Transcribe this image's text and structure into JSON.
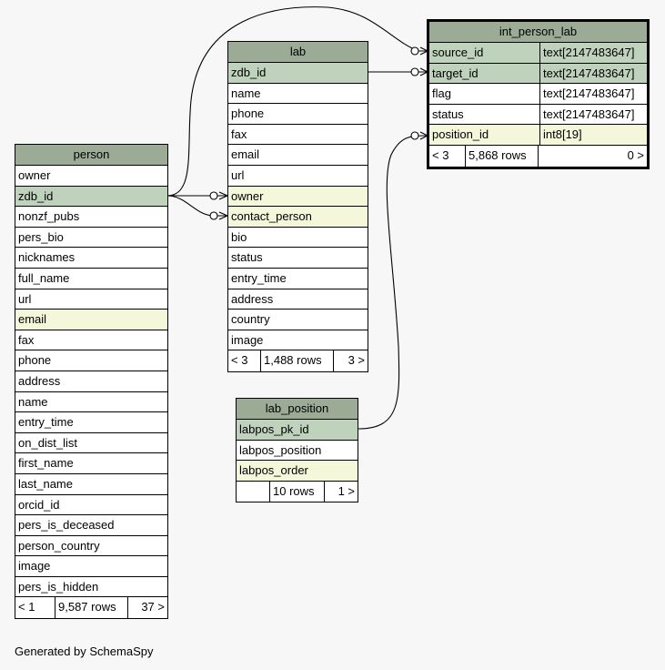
{
  "tables": {
    "int_person_lab": {
      "name": "int_person_lab",
      "columns": [
        {
          "name": "source_id",
          "type": "text[2147483647]",
          "kind": "pk"
        },
        {
          "name": "target_id",
          "type": "text[2147483647]",
          "kind": "pk"
        },
        {
          "name": "flag",
          "type": "text[2147483647]",
          "kind": "plain"
        },
        {
          "name": "status",
          "type": "text[2147483647]",
          "kind": "plain"
        },
        {
          "name": "position_id",
          "type": "int8[19]",
          "kind": "fk"
        }
      ],
      "footer": {
        "parents": "< 3",
        "rows": "5,868 rows",
        "children": "0 >"
      }
    },
    "lab": {
      "name": "lab",
      "columns": [
        {
          "name": "zdb_id",
          "kind": "pk"
        },
        {
          "name": "name",
          "kind": "plain"
        },
        {
          "name": "phone",
          "kind": "plain"
        },
        {
          "name": "fax",
          "kind": "plain"
        },
        {
          "name": "email",
          "kind": "plain"
        },
        {
          "name": "url",
          "kind": "plain"
        },
        {
          "name": "owner",
          "kind": "fk"
        },
        {
          "name": "contact_person",
          "kind": "fk"
        },
        {
          "name": "bio",
          "kind": "plain"
        },
        {
          "name": "status",
          "kind": "plain"
        },
        {
          "name": "entry_time",
          "kind": "plain"
        },
        {
          "name": "address",
          "kind": "plain"
        },
        {
          "name": "country",
          "kind": "plain"
        },
        {
          "name": "image",
          "kind": "plain"
        }
      ],
      "footer": {
        "parents": "< 3",
        "rows": "1,488 rows",
        "children": "3 >"
      }
    },
    "person": {
      "name": "person",
      "columns": [
        {
          "name": "owner",
          "kind": "plain"
        },
        {
          "name": "zdb_id",
          "kind": "pk"
        },
        {
          "name": "nonzf_pubs",
          "kind": "plain"
        },
        {
          "name": "pers_bio",
          "kind": "plain"
        },
        {
          "name": "nicknames",
          "kind": "plain"
        },
        {
          "name": "full_name",
          "kind": "plain"
        },
        {
          "name": "url",
          "kind": "plain"
        },
        {
          "name": "email",
          "kind": "fk"
        },
        {
          "name": "fax",
          "kind": "plain"
        },
        {
          "name": "phone",
          "kind": "plain"
        },
        {
          "name": "address",
          "kind": "plain"
        },
        {
          "name": "name",
          "kind": "plain"
        },
        {
          "name": "entry_time",
          "kind": "plain"
        },
        {
          "name": "on_dist_list",
          "kind": "plain"
        },
        {
          "name": "first_name",
          "kind": "plain"
        },
        {
          "name": "last_name",
          "kind": "plain"
        },
        {
          "name": "orcid_id",
          "kind": "plain"
        },
        {
          "name": "pers_is_deceased",
          "kind": "plain"
        },
        {
          "name": "person_country",
          "kind": "plain"
        },
        {
          "name": "image",
          "kind": "plain"
        },
        {
          "name": "pers_is_hidden",
          "kind": "plain"
        }
      ],
      "footer": {
        "parents": "< 1",
        "rows": "9,587 rows",
        "children": "37 >"
      }
    },
    "lab_position": {
      "name": "lab_position",
      "columns": [
        {
          "name": "labpos_pk_id",
          "kind": "pk"
        },
        {
          "name": "labpos_position",
          "kind": "plain"
        },
        {
          "name": "labpos_order",
          "kind": "fk"
        }
      ],
      "footer": {
        "parents": "",
        "rows": "10 rows",
        "children": "1 >"
      }
    }
  },
  "colors": {
    "title_bg": "#9bab96",
    "pk_bg": "#bfd2bc",
    "fk_bg": "#f4f7da",
    "background": "#f7f7f7"
  },
  "credit": "Generated by SchemaSpy"
}
